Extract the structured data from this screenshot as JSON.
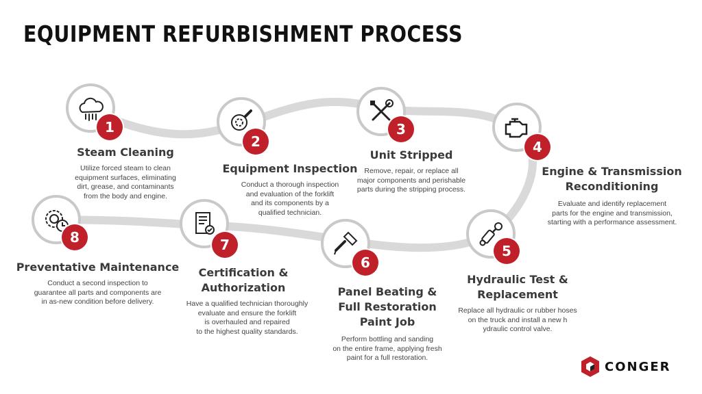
{
  "title": "EQUIPMENT REFURBISHMENT PROCESS",
  "colors": {
    "accent": "#c0202a",
    "track": "#d9d9d9",
    "ring": "#c9c9c9"
  },
  "steps": [
    {
      "number": "1",
      "icon": "steam-cloud-icon",
      "title": "Steam Cleaning",
      "description": "Utilize forced steam to clean\nequipment surfaces, eliminating\ndirt, grease, and contaminants\nfrom the body and engine."
    },
    {
      "number": "2",
      "icon": "magnifying-gear-icon",
      "title": "Equipment Inspection",
      "description": "Conduct a thorough inspection\nand evaluation of the forklift\nand its components by a\nqualified technician."
    },
    {
      "number": "3",
      "icon": "wrench-screwdriver-icon",
      "title": "Unit Stripped",
      "description": "Remove, repair, or replace all\nmajor components and perishable\nparts during the stripping process."
    },
    {
      "number": "4",
      "icon": "engine-icon",
      "title": "Engine & Transmission\nReconditioning",
      "description": "Evaluate and identify replacement\nparts for the engine and transmission,\nstarting with a performance assessment."
    },
    {
      "number": "5",
      "icon": "hydraulic-cylinder-icon",
      "title": "Hydraulic Test &\nReplacement",
      "description": "Replace all hydraulic or rubber hoses\non the truck and install a new h\nydraulic control valve."
    },
    {
      "number": "6",
      "icon": "paint-brush-icon",
      "title": "Panel Beating &\nFull Restoration\nPaint Job",
      "description": "Perform bottling and sanding\non the entire frame, applying fresh\npaint for a full restoration."
    },
    {
      "number": "7",
      "icon": "certificate-icon",
      "title": "Certification &\nAuthorization",
      "description": "Have a qualified technician thoroughly\nevaluate and ensure the forklift\nis overhauled and repaired\nto the highest quality standards."
    },
    {
      "number": "8",
      "icon": "gear-clock-icon",
      "title": "Preventative Maintenance",
      "description": "Conduct a second inspection to\nguarantee all parts and components are\nin as-new condition before delivery."
    }
  ],
  "logo": {
    "text": "CONGER",
    "icon": "conger-cube-logo-icon"
  }
}
